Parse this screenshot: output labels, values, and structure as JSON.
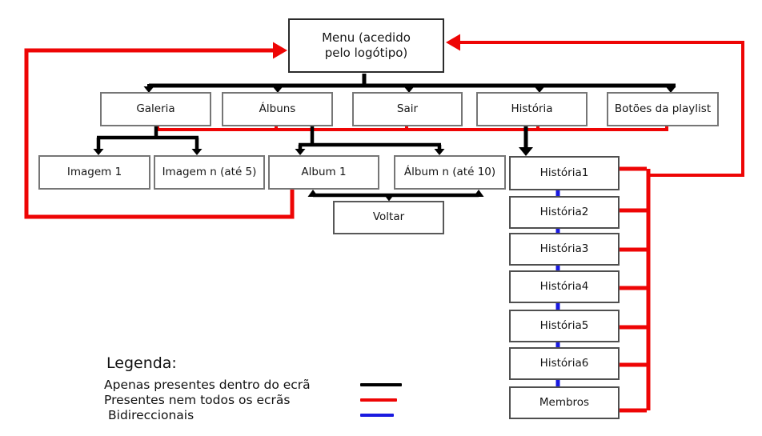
{
  "nodes": {
    "menu": {
      "label": "Menu (acedido pelo logótipo)"
    },
    "galeria": {
      "label": "Galeria"
    },
    "albuns": {
      "label": "Álbuns"
    },
    "sair": {
      "label": "Sair"
    },
    "historia": {
      "label": "História"
    },
    "botoes_playlist": {
      "label": "Botões da playlist"
    },
    "imagem_1": {
      "label": "Imagem 1"
    },
    "imagem_n": {
      "label": "Imagem n (até 5)"
    },
    "album_1": {
      "label": "Album 1"
    },
    "album_n": {
      "label": "Álbum n (até 10)"
    },
    "voltar": {
      "label": "Voltar"
    },
    "historia_1": {
      "label": "História1"
    },
    "historia_2": {
      "label": "História2"
    },
    "historia_3": {
      "label": "História3"
    },
    "historia_4": {
      "label": "História4"
    },
    "historia_5": {
      "label": "História5"
    },
    "historia_6": {
      "label": "História6"
    },
    "membros": {
      "label": "Membros"
    }
  },
  "edges": [
    {
      "from": "menu",
      "to": "galeria",
      "color": "black"
    },
    {
      "from": "menu",
      "to": "albuns",
      "color": "black"
    },
    {
      "from": "menu",
      "to": "sair",
      "color": "black"
    },
    {
      "from": "menu",
      "to": "historia",
      "color": "black"
    },
    {
      "from": "menu",
      "to": "botoes_playlist",
      "color": "black"
    },
    {
      "from": "galeria",
      "to": "imagem_1",
      "color": "black"
    },
    {
      "from": "galeria",
      "to": "imagem_n",
      "color": "black"
    },
    {
      "from": "albuns",
      "to": "album_1",
      "color": "black"
    },
    {
      "from": "albuns",
      "to": "album_n",
      "color": "black"
    },
    {
      "from": "historia",
      "to": "historia_1",
      "color": "black"
    },
    {
      "from": "album_1",
      "to": "voltar",
      "color": "black",
      "bidirectional": true
    },
    {
      "from": "album_n",
      "to": "voltar",
      "color": "black",
      "bidirectional": true
    },
    {
      "from": "album_1",
      "to": "menu",
      "color": "red"
    },
    {
      "group": [
        "galeria",
        "albuns",
        "sair",
        "historia",
        "botoes_playlist"
      ],
      "color": "red"
    },
    {
      "from": "historia_1",
      "to": "menu",
      "color": "red"
    },
    {
      "from": "historia_2",
      "to": "menu",
      "color": "red"
    },
    {
      "from": "historia_3",
      "to": "menu",
      "color": "red"
    },
    {
      "from": "historia_4",
      "to": "menu",
      "color": "red"
    },
    {
      "from": "historia_5",
      "to": "menu",
      "color": "red"
    },
    {
      "from": "historia_6",
      "to": "menu",
      "color": "red"
    },
    {
      "from": "membros",
      "to": "menu",
      "color": "red"
    },
    {
      "from": "historia_1",
      "to": "historia_2",
      "color": "blue",
      "bidirectional": true
    },
    {
      "from": "historia_2",
      "to": "historia_3",
      "color": "blue",
      "bidirectional": true
    },
    {
      "from": "historia_3",
      "to": "historia_4",
      "color": "blue",
      "bidirectional": true
    },
    {
      "from": "historia_4",
      "to": "historia_5",
      "color": "blue",
      "bidirectional": true
    },
    {
      "from": "historia_5",
      "to": "historia_6",
      "color": "blue",
      "bidirectional": true
    },
    {
      "from": "historia_6",
      "to": "membros",
      "color": "blue",
      "bidirectional": true
    }
  ],
  "legend": {
    "title": "Legenda:",
    "items": [
      {
        "label": "Apenas presentes dentro do ecrã",
        "color": "#000000"
      },
      {
        "label": "Presentes nem todos os ecrãs",
        "color": "#ee0505"
      },
      {
        "label": "Bidireccionais",
        "color": "#1a1ae0"
      }
    ]
  }
}
